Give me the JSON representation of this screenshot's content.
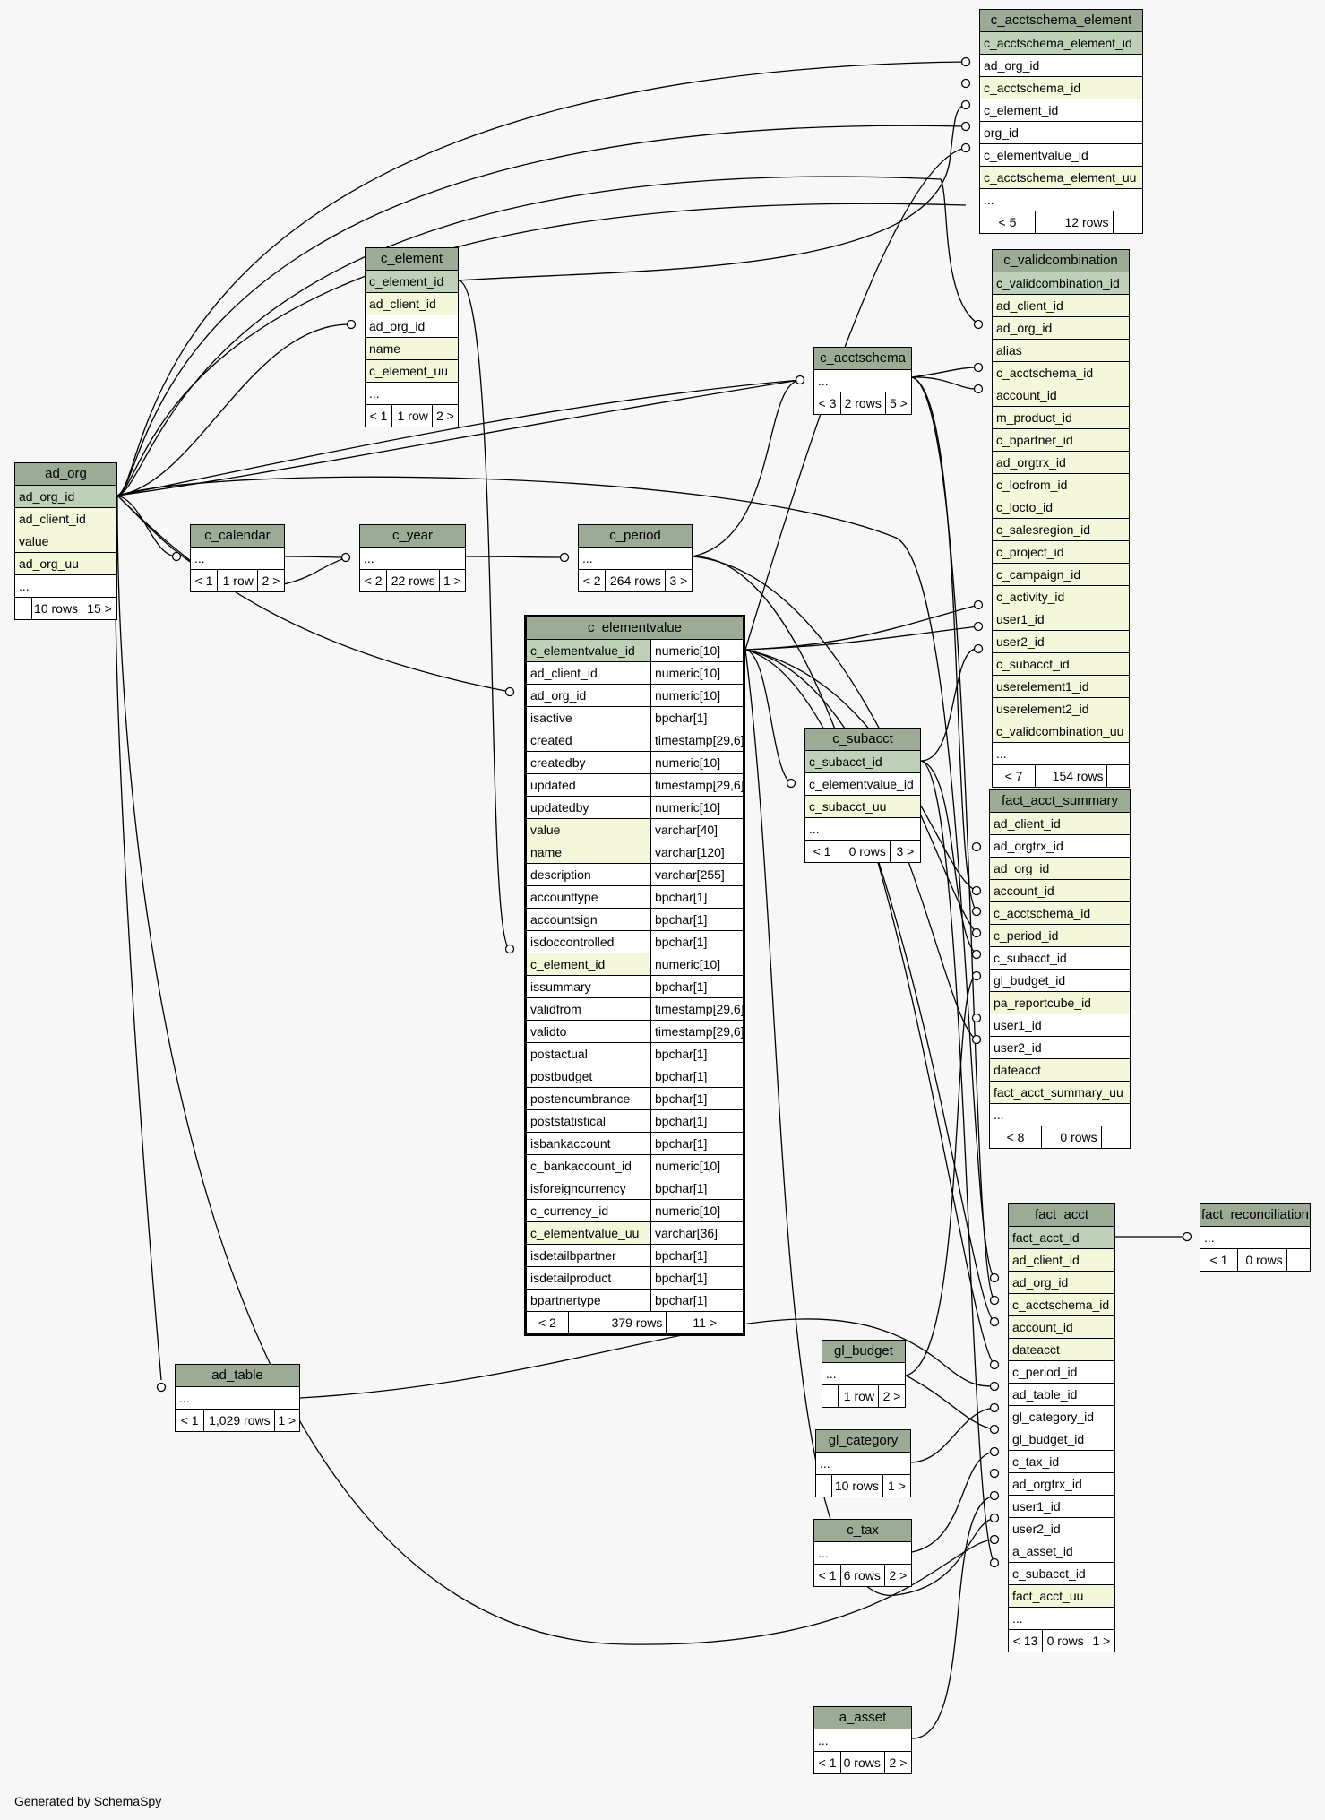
{
  "footer": "Generated by SchemaSpy",
  "colors": {
    "title": "#9bab96",
    "primary_key": "#bed1b8",
    "indexed": "#f4f7da",
    "plain": "#ffffff",
    "background": "#f7f7f7"
  },
  "tables": {
    "c_acctschema_element": {
      "name": "c_acctschema_element",
      "columns": [
        {
          "name": "c_acctschema_element_id",
          "kind": "pk"
        },
        {
          "name": "ad_org_id",
          "kind": "plain"
        },
        {
          "name": "c_acctschema_id",
          "kind": "ix"
        },
        {
          "name": "c_element_id",
          "kind": "plain"
        },
        {
          "name": "org_id",
          "kind": "plain"
        },
        {
          "name": "c_elementvalue_id",
          "kind": "plain"
        },
        {
          "name": "c_acctschema_element_uu",
          "kind": "ix"
        },
        {
          "name": "...",
          "kind": "plain"
        }
      ],
      "footer": [
        "< 5",
        "12 rows",
        ""
      ]
    },
    "c_element": {
      "name": "c_element",
      "columns": [
        {
          "name": "c_element_id",
          "kind": "pk"
        },
        {
          "name": "ad_client_id",
          "kind": "ix"
        },
        {
          "name": "ad_org_id",
          "kind": "plain"
        },
        {
          "name": "name",
          "kind": "ix"
        },
        {
          "name": "c_element_uu",
          "kind": "ix"
        },
        {
          "name": "...",
          "kind": "plain"
        }
      ],
      "footer": [
        "< 1",
        "1 row",
        "2 >"
      ]
    },
    "c_validcombination": {
      "name": "c_validcombination",
      "columns": [
        {
          "name": "c_validcombination_id",
          "kind": "pk"
        },
        {
          "name": "ad_client_id",
          "kind": "ix"
        },
        {
          "name": "ad_org_id",
          "kind": "ix"
        },
        {
          "name": "alias",
          "kind": "ix"
        },
        {
          "name": "c_acctschema_id",
          "kind": "ix"
        },
        {
          "name": "account_id",
          "kind": "ix"
        },
        {
          "name": "m_product_id",
          "kind": "ix"
        },
        {
          "name": "c_bpartner_id",
          "kind": "ix"
        },
        {
          "name": "ad_orgtrx_id",
          "kind": "ix"
        },
        {
          "name": "c_locfrom_id",
          "kind": "ix"
        },
        {
          "name": "c_locto_id",
          "kind": "ix"
        },
        {
          "name": "c_salesregion_id",
          "kind": "ix"
        },
        {
          "name": "c_project_id",
          "kind": "ix"
        },
        {
          "name": "c_campaign_id",
          "kind": "ix"
        },
        {
          "name": "c_activity_id",
          "kind": "ix"
        },
        {
          "name": "user1_id",
          "kind": "ix"
        },
        {
          "name": "user2_id",
          "kind": "ix"
        },
        {
          "name": "c_subacct_id",
          "kind": "ix"
        },
        {
          "name": "userelement1_id",
          "kind": "ix"
        },
        {
          "name": "userelement2_id",
          "kind": "ix"
        },
        {
          "name": "c_validcombination_uu",
          "kind": "ix"
        },
        {
          "name": "...",
          "kind": "plain"
        }
      ],
      "footer": [
        "< 7",
        "154 rows",
        ""
      ]
    },
    "c_acctschema": {
      "name": "c_acctschema",
      "columns": [
        {
          "name": "...",
          "kind": "plain"
        }
      ],
      "footer": [
        "< 3",
        "2 rows",
        "5 >"
      ]
    },
    "ad_org": {
      "name": "ad_org",
      "columns": [
        {
          "name": "ad_org_id",
          "kind": "pk"
        },
        {
          "name": "ad_client_id",
          "kind": "ix"
        },
        {
          "name": "value",
          "kind": "ix"
        },
        {
          "name": "ad_org_uu",
          "kind": "ix"
        },
        {
          "name": "...",
          "kind": "plain"
        }
      ],
      "footer": [
        "",
        "10 rows",
        "15 >"
      ]
    },
    "c_calendar": {
      "name": "c_calendar",
      "columns": [
        {
          "name": "...",
          "kind": "plain"
        }
      ],
      "footer": [
        "< 1",
        "1 row",
        "2 >"
      ]
    },
    "c_year": {
      "name": "c_year",
      "columns": [
        {
          "name": "...",
          "kind": "plain"
        }
      ],
      "footer": [
        "< 2",
        "22 rows",
        "1 >"
      ]
    },
    "c_period": {
      "name": "c_period",
      "columns": [
        {
          "name": "...",
          "kind": "plain"
        }
      ],
      "footer": [
        "< 2",
        "264 rows",
        "3 >"
      ]
    },
    "c_elementvalue": {
      "name": "c_elementvalue",
      "columns": [
        {
          "name": "c_elementvalue_id",
          "type": "numeric[10]",
          "kind": "pk"
        },
        {
          "name": "ad_client_id",
          "type": "numeric[10]",
          "kind": "plain"
        },
        {
          "name": "ad_org_id",
          "type": "numeric[10]",
          "kind": "plain"
        },
        {
          "name": "isactive",
          "type": "bpchar[1]",
          "kind": "plain"
        },
        {
          "name": "created",
          "type": "timestamp[29,6]",
          "kind": "plain"
        },
        {
          "name": "createdby",
          "type": "numeric[10]",
          "kind": "plain"
        },
        {
          "name": "updated",
          "type": "timestamp[29,6]",
          "kind": "plain"
        },
        {
          "name": "updatedby",
          "type": "numeric[10]",
          "kind": "plain"
        },
        {
          "name": "value",
          "type": "varchar[40]",
          "kind": "ix"
        },
        {
          "name": "name",
          "type": "varchar[120]",
          "kind": "ix"
        },
        {
          "name": "description",
          "type": "varchar[255]",
          "kind": "plain"
        },
        {
          "name": "accounttype",
          "type": "bpchar[1]",
          "kind": "plain"
        },
        {
          "name": "accountsign",
          "type": "bpchar[1]",
          "kind": "plain"
        },
        {
          "name": "isdoccontrolled",
          "type": "bpchar[1]",
          "kind": "plain"
        },
        {
          "name": "c_element_id",
          "type": "numeric[10]",
          "kind": "ix"
        },
        {
          "name": "issummary",
          "type": "bpchar[1]",
          "kind": "plain"
        },
        {
          "name": "validfrom",
          "type": "timestamp[29,6]",
          "kind": "plain"
        },
        {
          "name": "validto",
          "type": "timestamp[29,6]",
          "kind": "plain"
        },
        {
          "name": "postactual",
          "type": "bpchar[1]",
          "kind": "plain"
        },
        {
          "name": "postbudget",
          "type": "bpchar[1]",
          "kind": "plain"
        },
        {
          "name": "postencumbrance",
          "type": "bpchar[1]",
          "kind": "plain"
        },
        {
          "name": "poststatistical",
          "type": "bpchar[1]",
          "kind": "plain"
        },
        {
          "name": "isbankaccount",
          "type": "bpchar[1]",
          "kind": "plain"
        },
        {
          "name": "c_bankaccount_id",
          "type": "numeric[10]",
          "kind": "plain"
        },
        {
          "name": "isforeigncurrency",
          "type": "bpchar[1]",
          "kind": "plain"
        },
        {
          "name": "c_currency_id",
          "type": "numeric[10]",
          "kind": "plain"
        },
        {
          "name": "c_elementvalue_uu",
          "type": "varchar[36]",
          "kind": "ix"
        },
        {
          "name": "isdetailbpartner",
          "type": "bpchar[1]",
          "kind": "plain"
        },
        {
          "name": "isdetailproduct",
          "type": "bpchar[1]",
          "kind": "plain"
        },
        {
          "name": "bpartnertype",
          "type": "bpchar[1]",
          "kind": "plain"
        }
      ],
      "footer": [
        "< 2",
        "379 rows",
        "11 >"
      ]
    },
    "c_subacct": {
      "name": "c_subacct",
      "columns": [
        {
          "name": "c_subacct_id",
          "kind": "pk"
        },
        {
          "name": "c_elementvalue_id",
          "kind": "plain"
        },
        {
          "name": "c_subacct_uu",
          "kind": "ix"
        },
        {
          "name": "...",
          "kind": "plain"
        }
      ],
      "footer": [
        "< 1",
        "0 rows",
        "3 >"
      ]
    },
    "fact_acct_summary": {
      "name": "fact_acct_summary",
      "columns": [
        {
          "name": "ad_client_id",
          "kind": "ix"
        },
        {
          "name": "ad_orgtrx_id",
          "kind": "plain"
        },
        {
          "name": "ad_org_id",
          "kind": "ix"
        },
        {
          "name": "account_id",
          "kind": "ix"
        },
        {
          "name": "c_acctschema_id",
          "kind": "ix"
        },
        {
          "name": "c_period_id",
          "kind": "ix"
        },
        {
          "name": "c_subacct_id",
          "kind": "plain"
        },
        {
          "name": "gl_budget_id",
          "kind": "plain"
        },
        {
          "name": "pa_reportcube_id",
          "kind": "ix"
        },
        {
          "name": "user1_id",
          "kind": "plain"
        },
        {
          "name": "user2_id",
          "kind": "plain"
        },
        {
          "name": "dateacct",
          "kind": "ix"
        },
        {
          "name": "fact_acct_summary_uu",
          "kind": "ix"
        },
        {
          "name": "...",
          "kind": "plain"
        }
      ],
      "footer": [
        "< 8",
        "0 rows",
        ""
      ]
    },
    "fact_acct": {
      "name": "fact_acct",
      "columns": [
        {
          "name": "fact_acct_id",
          "kind": "pk"
        },
        {
          "name": "ad_client_id",
          "kind": "ix"
        },
        {
          "name": "ad_org_id",
          "kind": "ix"
        },
        {
          "name": "c_acctschema_id",
          "kind": "ix"
        },
        {
          "name": "account_id",
          "kind": "ix"
        },
        {
          "name": "dateacct",
          "kind": "ix"
        },
        {
          "name": "c_period_id",
          "kind": "plain"
        },
        {
          "name": "ad_table_id",
          "kind": "plain"
        },
        {
          "name": "gl_category_id",
          "kind": "plain"
        },
        {
          "name": "gl_budget_id",
          "kind": "plain"
        },
        {
          "name": "c_tax_id",
          "kind": "plain"
        },
        {
          "name": "ad_orgtrx_id",
          "kind": "plain"
        },
        {
          "name": "user1_id",
          "kind": "plain"
        },
        {
          "name": "user2_id",
          "kind": "plain"
        },
        {
          "name": "a_asset_id",
          "kind": "plain"
        },
        {
          "name": "c_subacct_id",
          "kind": "plain"
        },
        {
          "name": "fact_acct_uu",
          "kind": "ix"
        },
        {
          "name": "...",
          "kind": "plain"
        }
      ],
      "footer": [
        "< 13",
        "0 rows",
        "1 >"
      ]
    },
    "fact_reconciliation": {
      "name": "fact_reconciliation",
      "columns": [
        {
          "name": "...",
          "kind": "plain"
        }
      ],
      "footer": [
        "< 1",
        "0 rows",
        ""
      ]
    },
    "ad_table": {
      "name": "ad_table",
      "columns": [
        {
          "name": "...",
          "kind": "plain"
        }
      ],
      "footer": [
        "< 1",
        "1,029 rows",
        "1 >"
      ]
    },
    "gl_budget": {
      "name": "gl_budget",
      "columns": [
        {
          "name": "...",
          "kind": "plain"
        }
      ],
      "footer": [
        "",
        "1 row",
        "2 >"
      ]
    },
    "gl_category": {
      "name": "gl_category",
      "columns": [
        {
          "name": "...",
          "kind": "plain"
        }
      ],
      "footer": [
        "",
        "10 rows",
        "1 >"
      ]
    },
    "c_tax": {
      "name": "c_tax",
      "columns": [
        {
          "name": "...",
          "kind": "plain"
        }
      ],
      "footer": [
        "< 1",
        "6 rows",
        "2 >"
      ]
    },
    "a_asset": {
      "name": "a_asset",
      "columns": [
        {
          "name": "...",
          "kind": "plain"
        }
      ],
      "footer": [
        "< 1",
        "0 rows",
        "2 >"
      ]
    }
  }
}
